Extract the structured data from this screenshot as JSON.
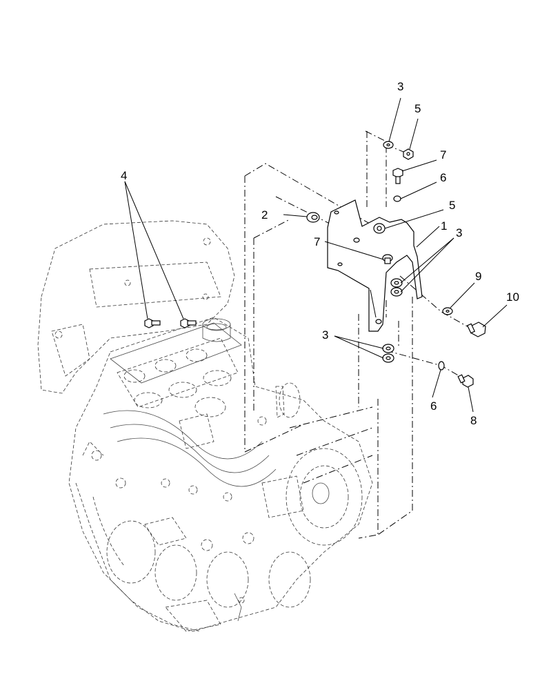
{
  "callouts": {
    "c1": "1",
    "c2": "2",
    "c3a": "3",
    "c3b": "3",
    "c3c": "3",
    "c4": "4",
    "c5a": "5",
    "c5b": "5",
    "c6a": "6",
    "c6b": "6",
    "c7a": "7",
    "c7b": "7",
    "c8": "8",
    "c9": "9",
    "c10": "10"
  }
}
